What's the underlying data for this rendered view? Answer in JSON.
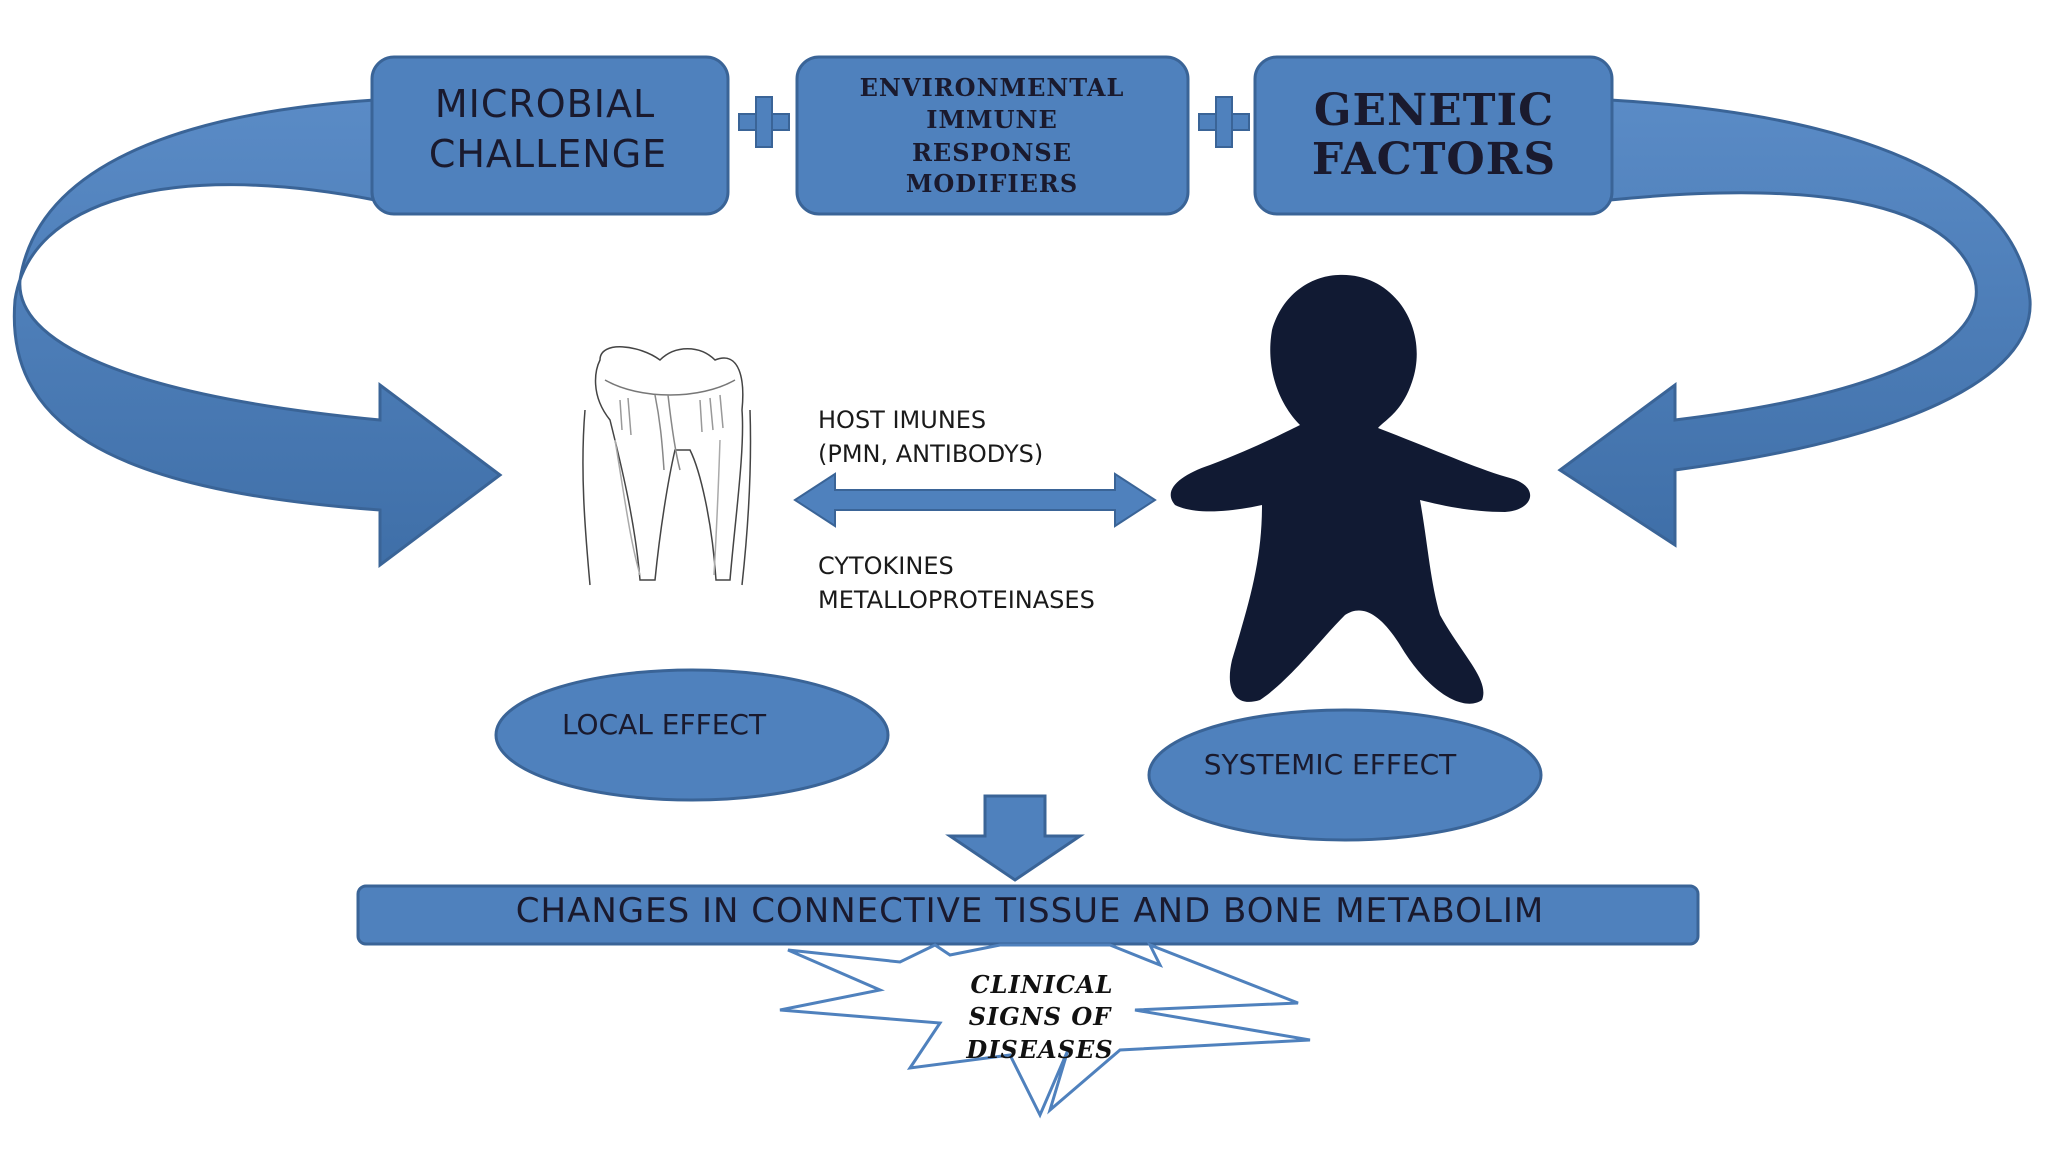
{
  "factors": {
    "microbial_line1": "MICROBIAL",
    "microbial_line2": "CHALLENGE",
    "environmental_line1": "ENVIRONMENTAL",
    "environmental_line2": "IMMUNE",
    "environmental_line3": "RESPONSE",
    "environmental_line4": "MODIFIERS",
    "genetic_line1": "GENETIC",
    "genetic_line2": "FACTORS",
    "plus_symbol": "+"
  },
  "mediators": {
    "host_line1": "HOST IMUNES",
    "host_line2": "(PMN, ANTIBODYS)",
    "cytokines_line1": "CYTOKINES",
    "cytokines_line2": "METALLOPROTEINASES"
  },
  "effects": {
    "local": "LOCAL EFFECT",
    "systemic": "SYSTEMIC EFFECT"
  },
  "outcome": {
    "changes": "CHANGES IN CONNECTIVE TISSUE AND BONE METABOLIM",
    "clinical_line1": "CLINICAL",
    "clinical_line2": "SIGNS OF",
    "clinical_line3": "DISEASES"
  },
  "colors": {
    "box_fill": "#4f81bd",
    "box_stroke": "#3a6497",
    "arrow_fill": "#4f81bd",
    "figure_fill": "#111a33"
  }
}
